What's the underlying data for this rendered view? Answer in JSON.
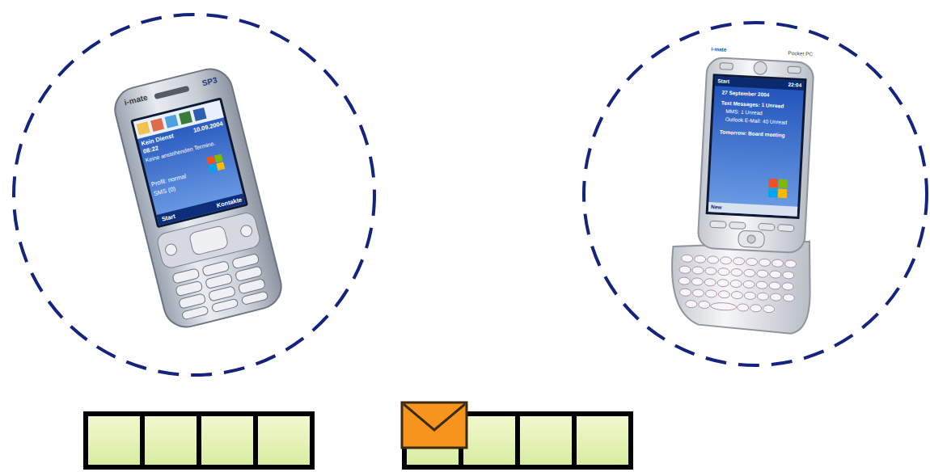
{
  "diagram": {
    "labels": [
      "i-mate",
      "SP3",
      "Kein Dienst",
      "10.09.2004",
      "08:22",
      "Keine anstehenden Termine.",
      "Profil: normal",
      "SMS (0)",
      "Start",
      "Kontakte",
      "i-mate",
      "Pocket PC",
      "Start",
      "22:04",
      "27 September 2004",
      "Text Messages: 1 Unread",
      "MMS: 1 Unread",
      "Outlook E-Mail: 40 Unread",
      "Tomorrow: Board meeting",
      "New"
    ]
  }
}
